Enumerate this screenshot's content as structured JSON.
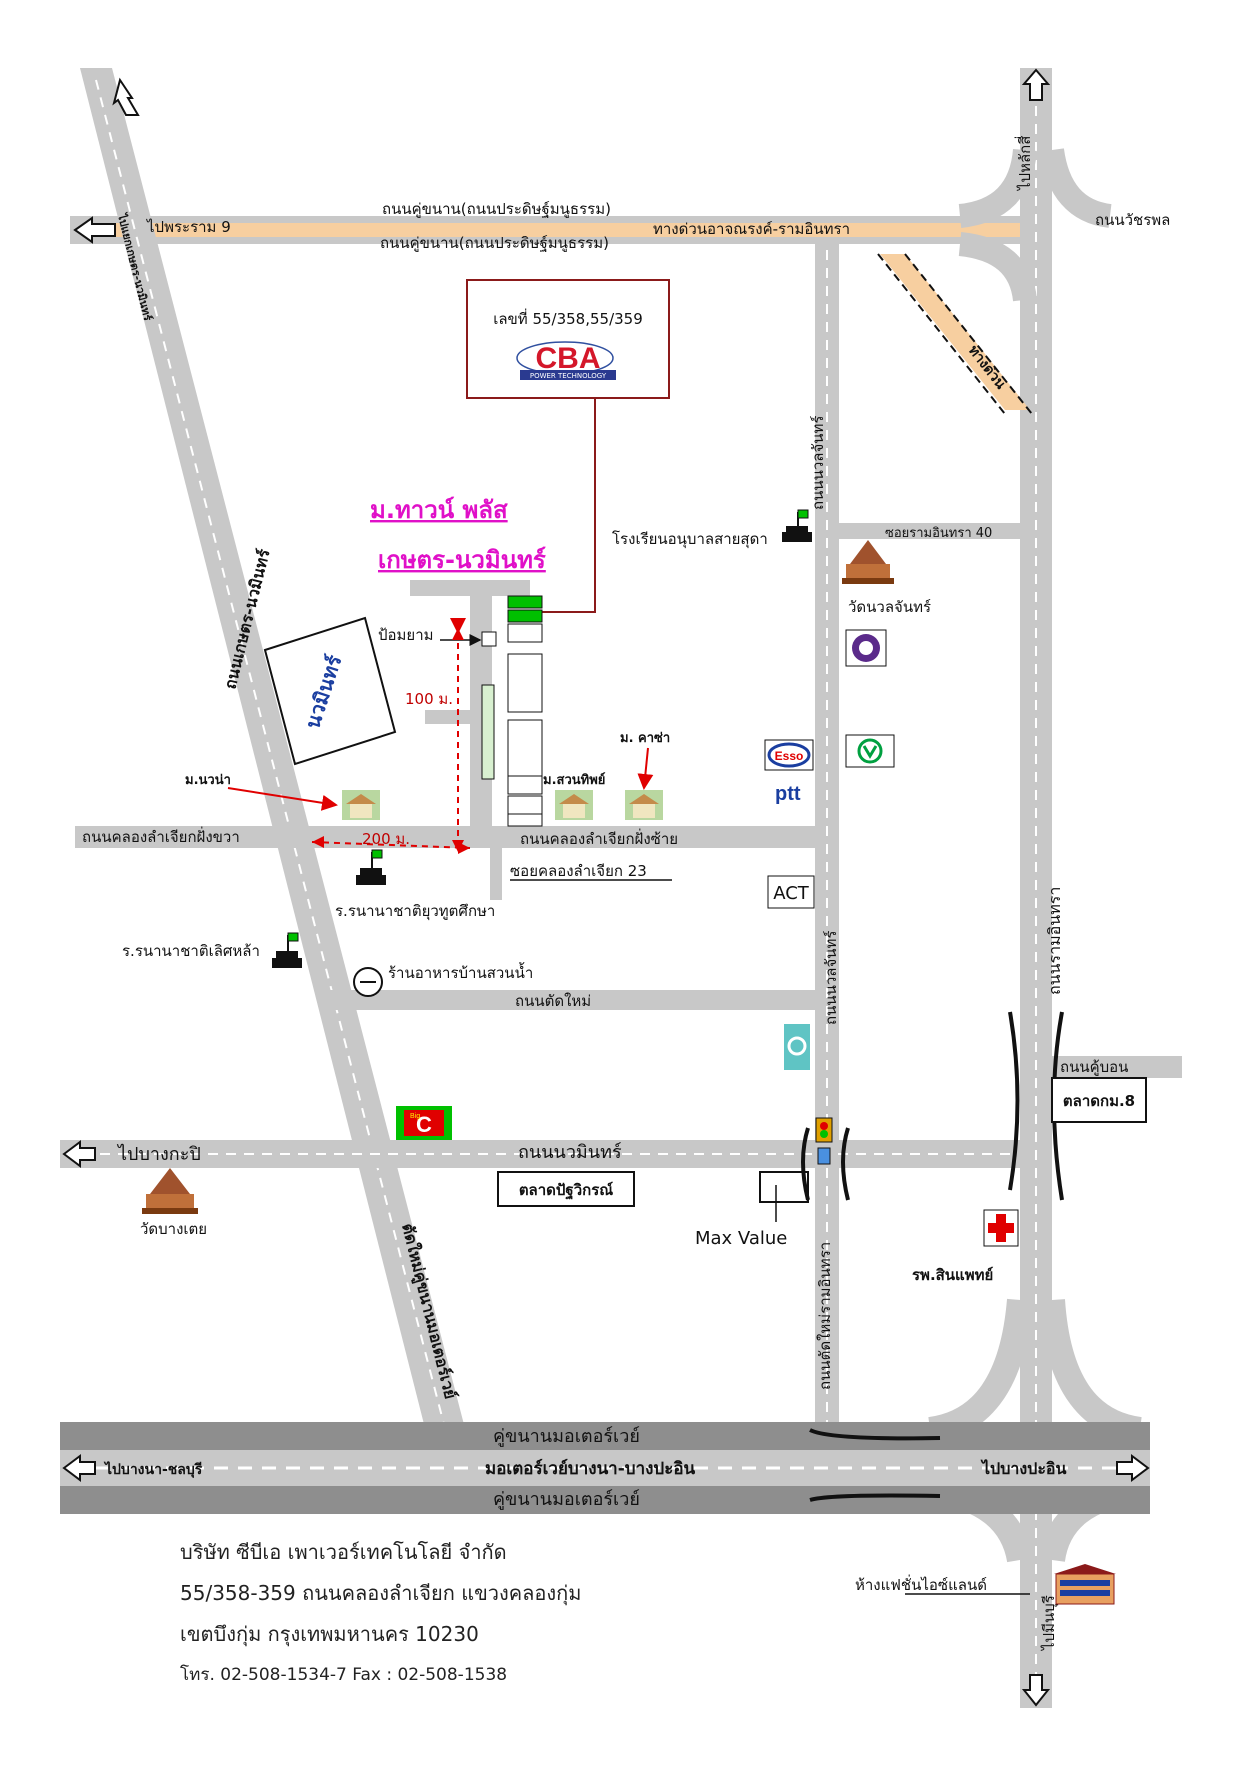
{
  "company_box": {
    "address_no": "เลขที่ 55/358,55/359",
    "logo_text": "CBA",
    "logo_sub": "POWER TECHNOLOGY",
    "logo_color": "#d4172a"
  },
  "village_title": {
    "line1": "ม.ทาวน์ พลัส",
    "line2": "เกษตร-นวมินทร์",
    "color": "#e010c8"
  },
  "roads": {
    "to_rama9": "ไปพระราม 9",
    "khubon_prasert_top": "ถนนคู่ขนาน(ถนนประดิษฐ์มนูธรรม)",
    "khubon_prasert_bottom": "ถนนคู่ขนาน(ถนนประดิษฐ์มนูธรรม)",
    "expressway": "ทางด่วนอาจณรงค์-รามอินทรา",
    "to_lak_si": "ไปหลักสี่",
    "watcharaphon": "ถนนวัชรพล",
    "thang_duan": "ทางด่วน",
    "ram_intra_40": "ซอยรามอินทรา 40",
    "nuan_chan_top": "ถนนนวลจันทร์",
    "nuan_chan_bottom": "ถนนนวลจันทร์",
    "kaset_nawamin": "ถนนเกษตร-นวมินทร์",
    "klong_left": "ถนนคลองลำเจียกฝั่งขวา",
    "klong_right": "ถนนคลองลำเจียกฝั่งซ้าย",
    "soi_23": "ซอยคลองลำเจียก 23",
    "tat_mai": "ถนนตัดใหม่",
    "to_bang_kapi": "ไปบางกะปิ",
    "nawamin": "ถนนนวมินทร์",
    "ram_intra": "ถนนรามอินทรา",
    "khu_bon": "ถนนคู้บอน",
    "tat_mai_ram_intra": "ถนนตัดใหม่รามอินทรา",
    "tat_mai_motorway": "ตัดใหม่คู่ขนานมอเตอร์เวย์",
    "khunan_motorway_top": "คู่ขนานมอเตอร์เวย์",
    "khunan_motorway_bottom": "คู่ขนานมอเตอร์เวย์",
    "motorway": "มอเตอร์เวย์บางนา-บางปะอิน",
    "to_bangna": "ไปบางนา-ชลบุรี",
    "to_bang_pa_in": "ไปบางปะอิน",
    "to_min_buri": "ไปมีนบุรี",
    "top_left_vertical": "ไปแยกเกษตร-นวมินทร์"
  },
  "places": {
    "school_anuban": "โรงเรียนอนุบาลสายสุดา",
    "wat_nuan_chan": "วัดนวลจันทร์",
    "pom_yam": "ป้อมยาม",
    "dist_100": "100 ม.",
    "dist_200": "200 ม.",
    "ban_kasha": "ม. คาซ่า",
    "ban_nawana": "ม.นวน่า",
    "ban_suanthip": "ม.สวนทิพย์",
    "school_yuthasuksa": "ร.รนานาชาติยุวทูตศึกษา",
    "school_lertsla": "ร.รนานาชาติเลิศหล้า",
    "restaurant": "ร้านอาหารบ้านสวนน้ำ",
    "act": "ACT",
    "ptt": "ptt",
    "esso": "Esso",
    "big_c": "C",
    "big_c_small": "Big",
    "talat_patwiwan": "ตลาดปัฐวิกรณ์",
    "max_value": "Max Value",
    "wat_bang_toei": "วัดบางเตย",
    "hospital": "รพ.สินแพทย์",
    "talat_km8": "ตลาดกม.8",
    "fashion_island": "ห้างแฟชั่นไอซ์แลนด์",
    "building_big": "นวมินทร์"
  },
  "footer": {
    "line1": "บริษัท ซีบีเอ เพาเวอร์เทคโนโลยี จำกัด",
    "line2": "55/358-359  ถนนคลองลำเจียก แขวงคลองกุ่ม",
    "line3": "เขตบึงกุ่ม   กรุงเทพมหานคร  10230",
    "line4": "โทร.  02-508-1534-7    Fax  :   02-508-1538"
  },
  "colors": {
    "road": "#c8c8c8",
    "expressway": "#f7cfa0",
    "motorway": "#8e8e8e",
    "box_border": "#8b1a1a",
    "green": "#00c000",
    "red_arrow": "#e00000"
  }
}
